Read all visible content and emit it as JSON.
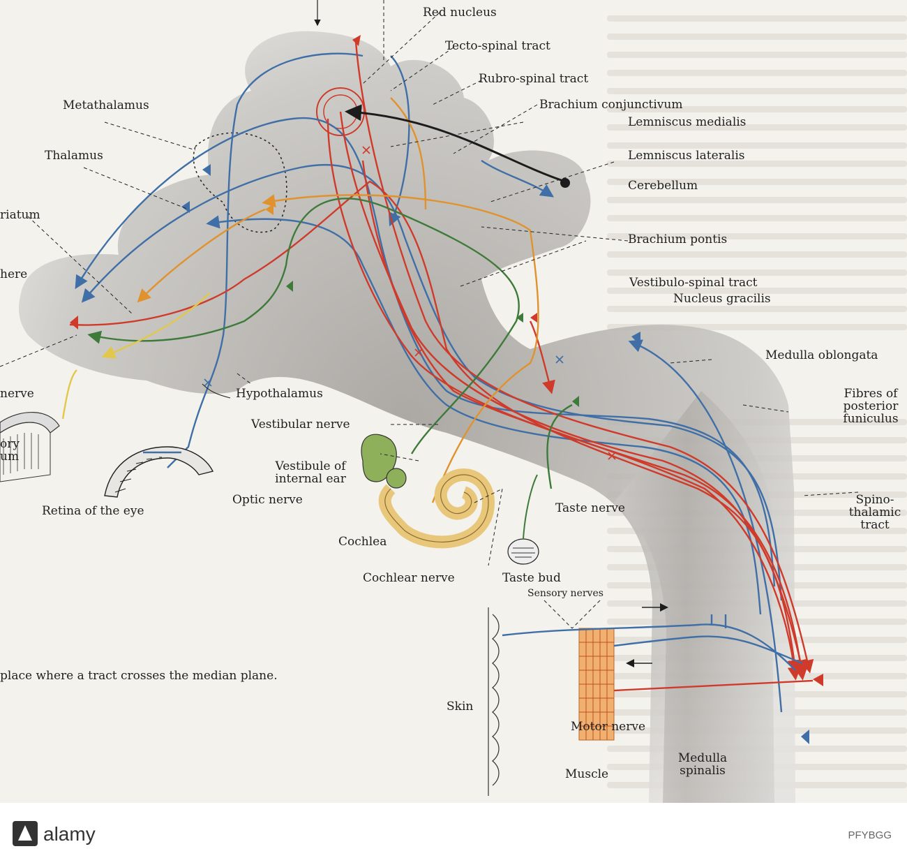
{
  "labels": {
    "red_nucleus": "Red nucleus",
    "tecto_spinal": "Tecto-spinal tract",
    "rubro_spinal": "Rubro-spinal tract",
    "metathalamus": "Metathalamus",
    "brachium_conjunctivum": "Brachium conjunctivum",
    "lemniscus_medialis": "Lemniscus medialis",
    "thalamus": "Thalamus",
    "lemniscus_lateralis": "Lemniscus lateralis",
    "cerebellum": "Cerebellum",
    "striatum": "riatum",
    "brachium_pontis": "Brachium pontis",
    "hemisphere": "here",
    "vestibulo_spinal": "Vestibulo-spinal tract",
    "nucleus_gracilis": "Nucleus gracilis",
    "medulla_oblongata": "Medulla oblongata",
    "hypothalamus": "Hypothalamus",
    "nerve_left": "nerve",
    "fibres_1": "Fibres of",
    "fibres_2": "posterior",
    "fibres_3": "funiculus",
    "vestibular_nerve": "Vestibular nerve",
    "olfactory_1": "ory",
    "olfactory_2": "um",
    "vestibule_1": "Vestibule of",
    "vestibule_2": "internal ear",
    "retina": "Retina of the eye",
    "optic_nerve": "Optic nerve",
    "taste_nerve": "Taste nerve",
    "spino_1": "Spino-",
    "spino_2": "thalamic",
    "spino_3": "tract",
    "cochlea": "Cochlea",
    "cochlear_nerve": "Cochlear nerve",
    "taste_bud": "Taste bud",
    "sensory_nerves": "Sensory nerves",
    "crossing_note": "place where a tract crosses the median plane.",
    "skin": "Skin",
    "motor_nerve": "Motor nerve",
    "medulla_spinalis_1": "Medulla",
    "medulla_spinalis_2": "spinalis",
    "muscle": "Muscle"
  },
  "watermark": {
    "logo": "alamy",
    "image_id": "PFYBGG"
  },
  "colors": {
    "brain_gray": "#b9b6b2",
    "afferent_blue": "#3f6fa6",
    "efferent_red": "#cf3a2a",
    "green_tract": "#3e7a3a",
    "orange_tract": "#e0922e",
    "yellow_tract": "#e2c84a",
    "black_tract": "#1c1c1c",
    "ear_yellow": "#e8c77a",
    "ear_green": "#8fb05a"
  }
}
